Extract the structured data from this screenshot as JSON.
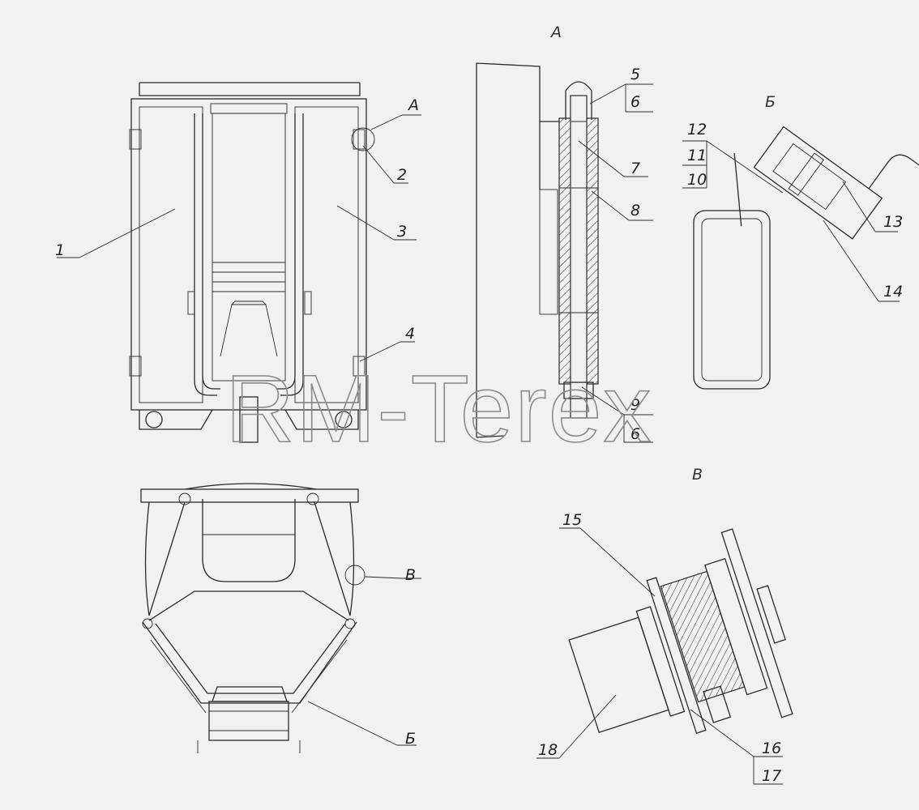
{
  "watermark": "RM-Terex",
  "views": {
    "section_a": "А",
    "section_b": "Б",
    "section_v": "В"
  },
  "callouts": {
    "c1": "1",
    "c2": "2",
    "c3": "3",
    "c4": "4",
    "cA": "А",
    "cB": "В",
    "cBb": "Б",
    "c5": "5",
    "c6top": "6",
    "c7": "7",
    "c8": "8",
    "c9": "9",
    "c6bot": "6",
    "c12": "12",
    "c11": "11",
    "c10": "10",
    "c13": "13",
    "c14": "14",
    "c15": "15",
    "c16": "16",
    "c17": "17",
    "c18": "18"
  },
  "colors": {
    "background": "#f1f1f1",
    "line": "#2a2a2a",
    "watermark": "#8a8a8a"
  }
}
